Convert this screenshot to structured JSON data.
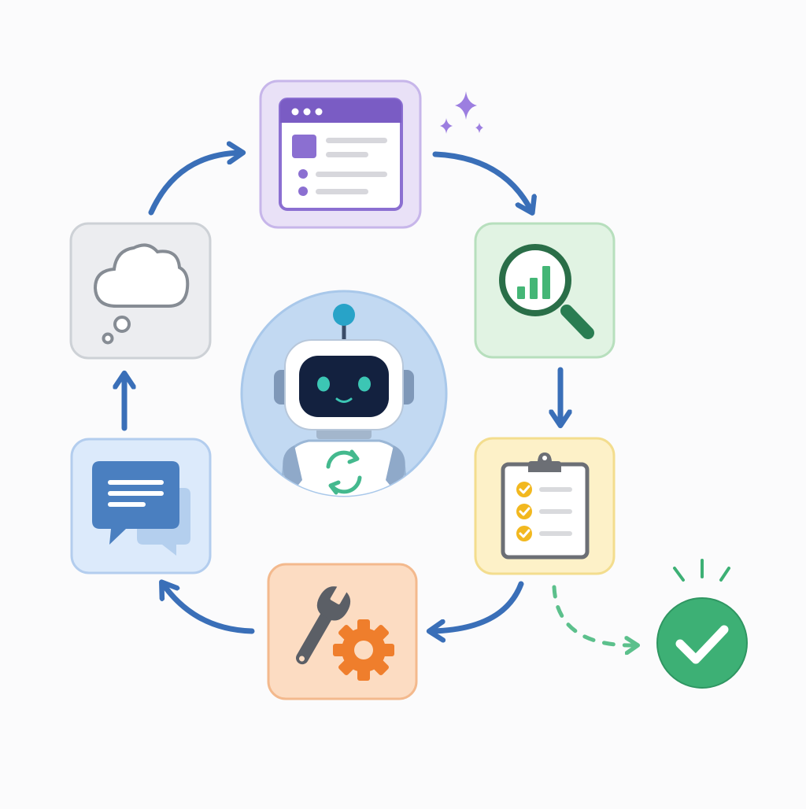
{
  "diagram": {
    "type": "cycle",
    "center": {
      "name": "robot-agent",
      "icon": "robot-icon",
      "badge_icon": "cycle-arrows-icon"
    },
    "steps": [
      {
        "id": "browser-window",
        "icon": "browser-window-icon",
        "color": "#8b6fd1"
      },
      {
        "id": "analyze",
        "icon": "magnifier-chart-icon",
        "color": "#2f7d52"
      },
      {
        "id": "checklist",
        "icon": "clipboard-checklist-icon",
        "color": "#f2b81f"
      },
      {
        "id": "tools",
        "icon": "wrench-gear-icon",
        "color": "#ef8a3c"
      },
      {
        "id": "chat",
        "icon": "chat-bubbles-icon",
        "color": "#4a7fc0"
      },
      {
        "id": "thinking",
        "icon": "thought-cloud-icon",
        "color": "#9aa3ad"
      }
    ],
    "exit": {
      "icon": "check-circle-icon",
      "color": "#3db075"
    },
    "colors": {
      "arrow": "#3a6fb8",
      "dashed_arrow": "#5cc08c",
      "sparkle": "#9c7ee0",
      "robot_screen": "#13213f",
      "robot_eyes": "#3cc6b4"
    }
  }
}
